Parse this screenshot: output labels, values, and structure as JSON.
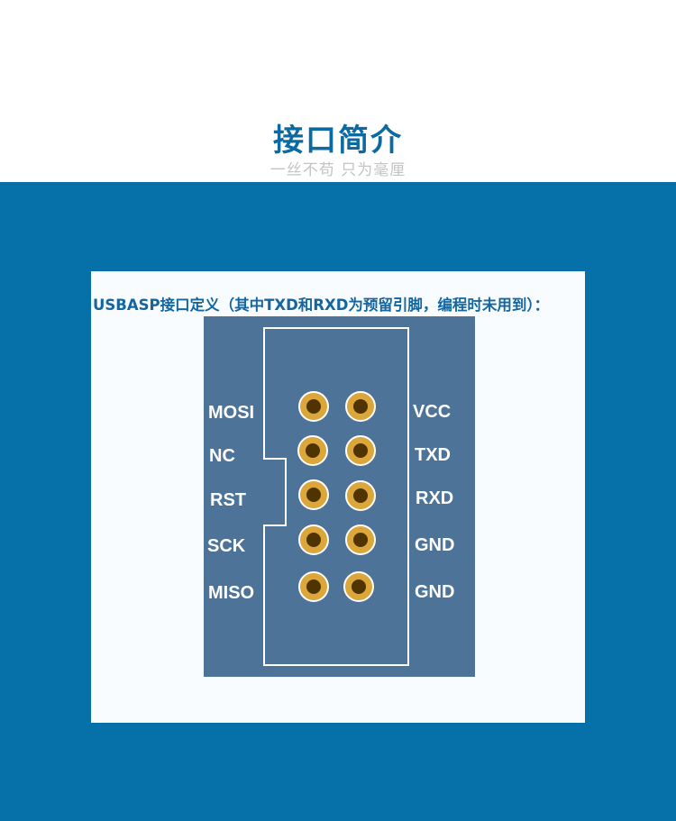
{
  "header": {
    "title": "接口简介",
    "subtitle": "一丝不苟 只为毫厘"
  },
  "caption": "USBASP接口定义（其中TXD和RXD为预留引脚，编程时未用到）：",
  "left_labels": [
    "MOSI",
    "NC",
    "RST",
    "SCK",
    "MISO"
  ],
  "right_labels": [
    "VCC",
    "TXD",
    "RXD",
    "GND",
    "GND"
  ],
  "colors": {
    "background": "#0571a8",
    "board": "#4d7399",
    "pin": "#dba63a",
    "pin_hole": "#4f3300"
  }
}
